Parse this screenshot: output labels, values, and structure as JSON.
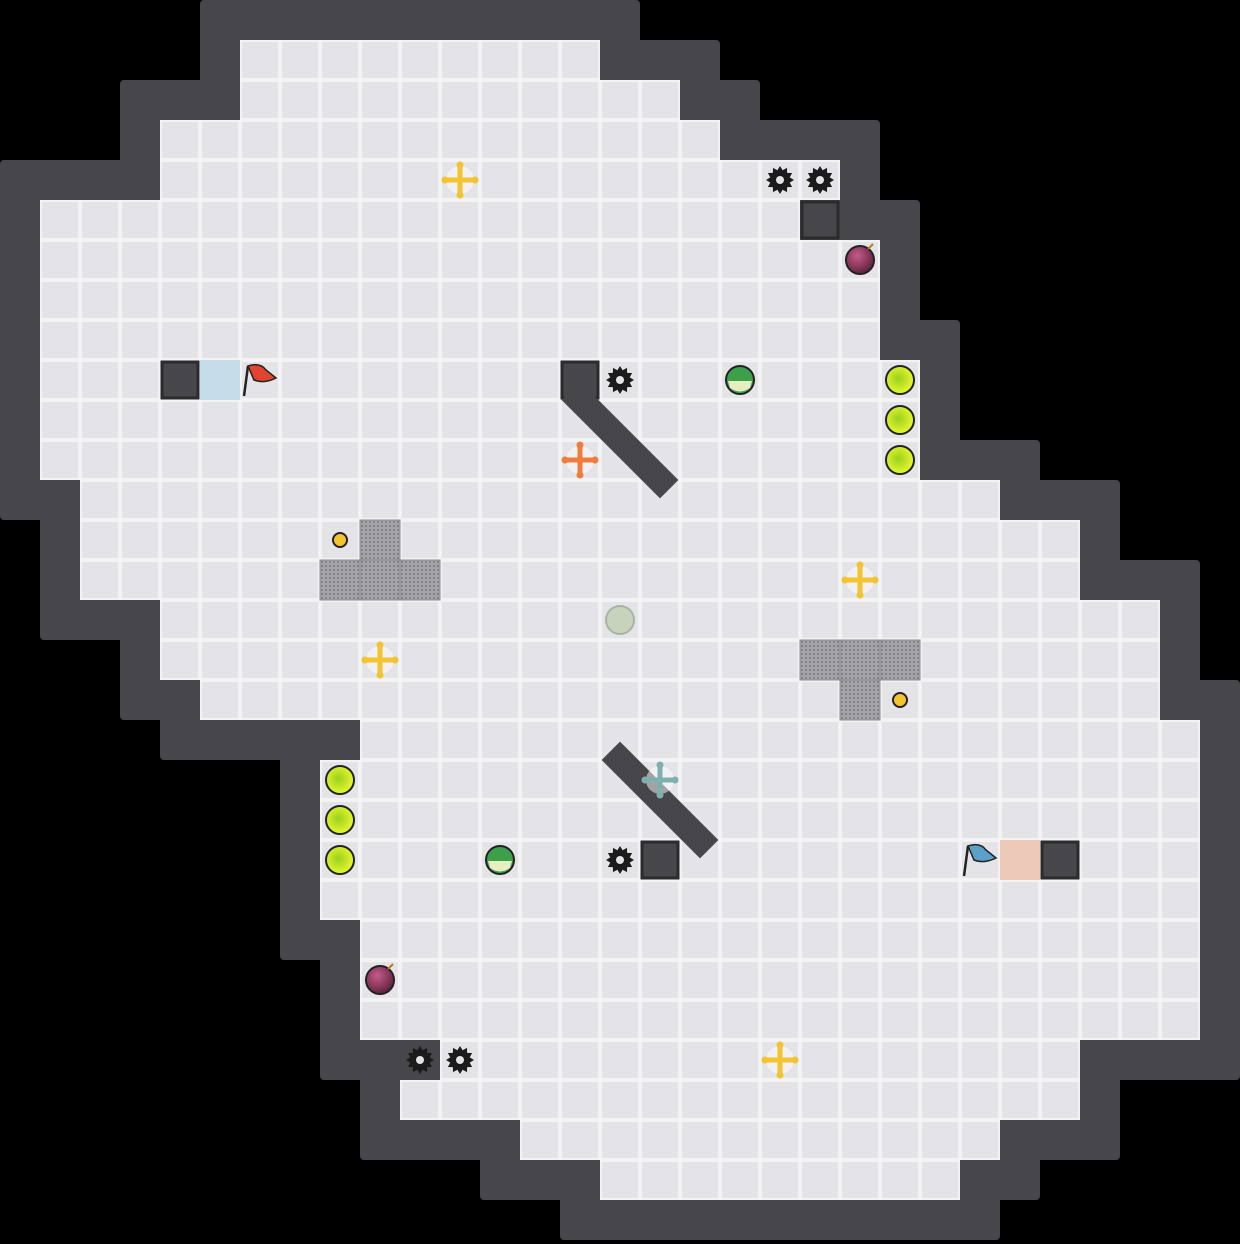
{
  "game": {
    "title": "",
    "grid_cols": 31,
    "grid_rows": 31,
    "colors": {
      "background": "#000000",
      "floor": "#e4e4e8",
      "floor_grid": "#f3f3f5",
      "wall": "#47474b",
      "wall_dark": "#2b2b2e",
      "red_team": "#e2442f",
      "blue_team": "#5aa0c8",
      "boost": "#f4c430",
      "neutral_gate": "#7fb0b0",
      "powerup": "#c8e61e",
      "jukejuice": "#3aa04a",
      "bomb": "#8a2f4f",
      "spike": "#1b1b1b"
    }
  },
  "map": {
    "floor_rows": [
      {
        "row": 1,
        "from": 6,
        "to": 14
      },
      {
        "row": 2,
        "from": 6,
        "to": 16
      },
      {
        "row": 3,
        "from": 4,
        "to": 17
      },
      {
        "row": 4,
        "from": 4,
        "to": 20
      },
      {
        "row": 5,
        "from": 1,
        "to": 19
      },
      {
        "row": 6,
        "from": 1,
        "to": 21
      },
      {
        "row": 7,
        "from": 1,
        "to": 21
      },
      {
        "row": 8,
        "from": 1,
        "to": 21
      },
      {
        "row": 9,
        "from": 1,
        "to": 22
      },
      {
        "row": 10,
        "from": 1,
        "to": 22
      },
      {
        "row": 11,
        "from": 1,
        "to": 22
      },
      {
        "row": 12,
        "from": 2,
        "to": 21
      },
      {
        "row": 12,
        "from": 22,
        "to": 24
      },
      {
        "row": 13,
        "from": 2,
        "to": 26
      },
      {
        "row": 14,
        "from": 2,
        "to": 26
      },
      {
        "row": 15,
        "from": 4,
        "to": 28
      },
      {
        "row": 16,
        "from": 4,
        "to": 28
      },
      {
        "row": 17,
        "from": 5,
        "to": 28
      },
      {
        "row": 18,
        "from": 9,
        "to": 29
      },
      {
        "row": 19,
        "from": 8,
        "to": 29
      },
      {
        "row": 20,
        "from": 8,
        "to": 29
      },
      {
        "row": 21,
        "from": 8,
        "to": 29
      },
      {
        "row": 22,
        "from": 8,
        "to": 29
      },
      {
        "row": 23,
        "from": 9,
        "to": 29
      },
      {
        "row": 24,
        "from": 9,
        "to": 29
      },
      {
        "row": 25,
        "from": 9,
        "to": 29
      },
      {
        "row": 26,
        "from": 11,
        "to": 26
      },
      {
        "row": 27,
        "from": 10,
        "to": 26
      },
      {
        "row": 28,
        "from": 13,
        "to": 24
      },
      {
        "row": 29,
        "from": 15,
        "to": 23
      }
    ],
    "wall_blocks": [
      {
        "col": 4,
        "row": 9
      },
      {
        "col": 26,
        "row": 21
      },
      {
        "col": 14,
        "row": 9
      },
      {
        "col": 16,
        "row": 21
      },
      {
        "col": 20,
        "row": 5
      }
    ],
    "diagonal_walls": [
      {
        "from": [
          14,
          10
        ],
        "to": [
          16,
          12
        ]
      },
      {
        "from": [
          15,
          19
        ],
        "to": [
          17,
          21
        ]
      }
    ],
    "gates": [
      {
        "team": "blue",
        "col": 5,
        "row": 9
      },
      {
        "team": "red",
        "col": 25,
        "row": 21
      }
    ],
    "spawn_tiles": [
      {
        "col": 9,
        "row": 13
      },
      {
        "col": 8,
        "row": 14
      },
      {
        "col": 9,
        "row": 14
      },
      {
        "col": 10,
        "row": 14
      },
      {
        "col": 20,
        "row": 16
      },
      {
        "col": 21,
        "row": 16
      },
      {
        "col": 22,
        "row": 16
      },
      {
        "col": 21,
        "row": 17
      }
    ],
    "flags": [
      {
        "team": "red",
        "col": 6,
        "row": 9,
        "icon": "red-flag-icon"
      },
      {
        "team": "blue",
        "col": 24,
        "row": 21,
        "icon": "blue-flag-icon"
      }
    ],
    "boosts": [
      {
        "type": "yellow",
        "col": 11,
        "row": 4
      },
      {
        "type": "red",
        "col": 14,
        "row": 11
      },
      {
        "type": "yellow",
        "col": 9,
        "row": 16
      },
      {
        "type": "yellow",
        "col": 21,
        "row": 14
      },
      {
        "type": "teal",
        "col": 16,
        "row": 19
      },
      {
        "type": "yellow",
        "col": 19,
        "row": 26
      }
    ],
    "spikes": [
      {
        "col": 19,
        "row": 4
      },
      {
        "col": 20,
        "row": 4
      },
      {
        "col": 15,
        "row": 9
      },
      {
        "col": 15,
        "row": 21
      },
      {
        "col": 10,
        "row": 26
      },
      {
        "col": 11,
        "row": 26
      }
    ],
    "bombs": [
      {
        "col": 21,
        "row": 6
      },
      {
        "col": 9,
        "row": 24
      }
    ],
    "powerups": [
      {
        "col": 22,
        "row": 9
      },
      {
        "col": 22,
        "row": 10
      },
      {
        "col": 22,
        "row": 11
      },
      {
        "col": 8,
        "row": 19
      },
      {
        "col": 8,
        "row": 20
      },
      {
        "col": 8,
        "row": 21
      }
    ],
    "jukejuice": [
      {
        "col": 18,
        "row": 9
      },
      {
        "col": 12,
        "row": 21
      }
    ],
    "coins": [
      {
        "col": 8,
        "row": 13
      },
      {
        "col": 22,
        "row": 17
      }
    ],
    "neutral_marker": {
      "col": 15,
      "row": 15
    }
  }
}
